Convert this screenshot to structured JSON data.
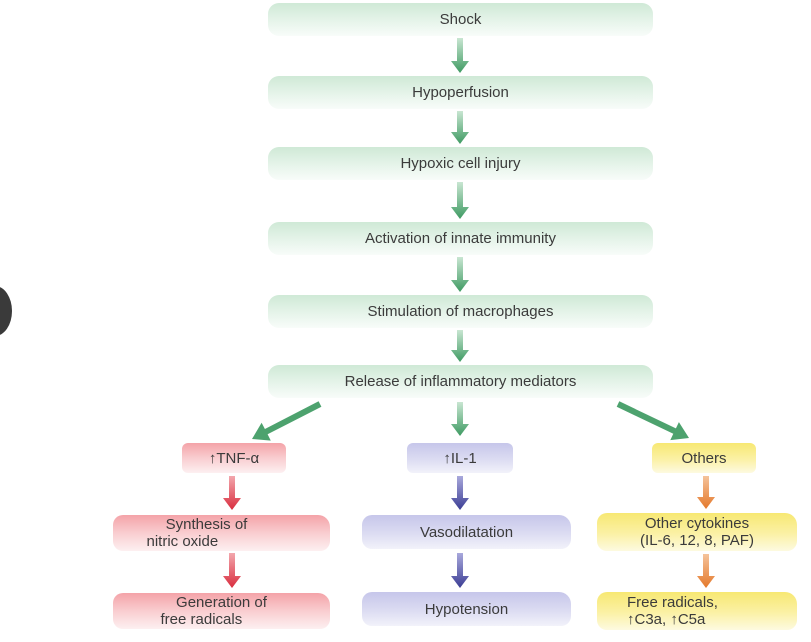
{
  "diagram": {
    "main_chain": [
      "Shock",
      "Hypoperfusion",
      "Hypoxic cell injury",
      "Activation of innate immunity",
      "Stimulation of macrophages",
      "Release of inflammatory mediators"
    ],
    "branches": [
      {
        "id": "tnf",
        "color": "#e0394a",
        "head": "↑TNF-α",
        "steps": [
          [
            "Synthesis of",
            "nitric oxide"
          ],
          [
            "Generation of",
            "free radicals"
          ]
        ]
      },
      {
        "id": "il1",
        "color": "#3d3f96",
        "head": "↑IL-1",
        "steps": [
          [
            "Vasodilatation"
          ],
          [
            "Hypotension"
          ]
        ]
      },
      {
        "id": "others",
        "color": "#e8822c",
        "head": "Others",
        "steps": [
          [
            "Other cytokines",
            "(IL-6, 12, 8, PAF)"
          ],
          [
            "Free radicals,",
            "↑C3a, ↑C5a"
          ]
        ]
      }
    ],
    "main_arrow_color": "#3e9a62"
  }
}
